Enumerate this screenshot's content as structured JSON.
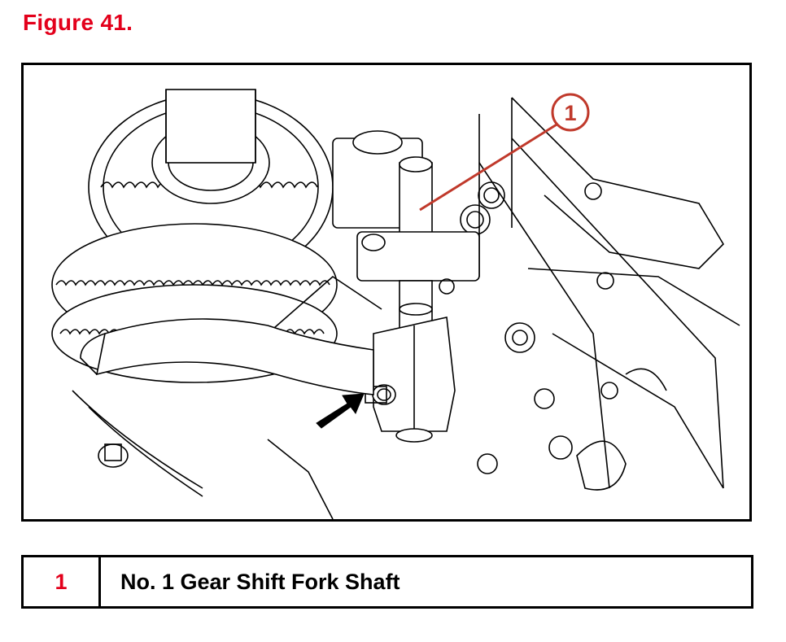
{
  "figure": {
    "title": "Figure 41."
  },
  "callouts": [
    {
      "number": "1"
    }
  ],
  "legend": [
    {
      "number": "1",
      "label": "No. 1 Gear Shift Fork Shaft"
    }
  ],
  "colors": {
    "accent_red": "#e3001b",
    "line_black": "#000000",
    "callout_line": "#c0392b"
  },
  "icons": {
    "arrow": "bold-black-arrow"
  }
}
